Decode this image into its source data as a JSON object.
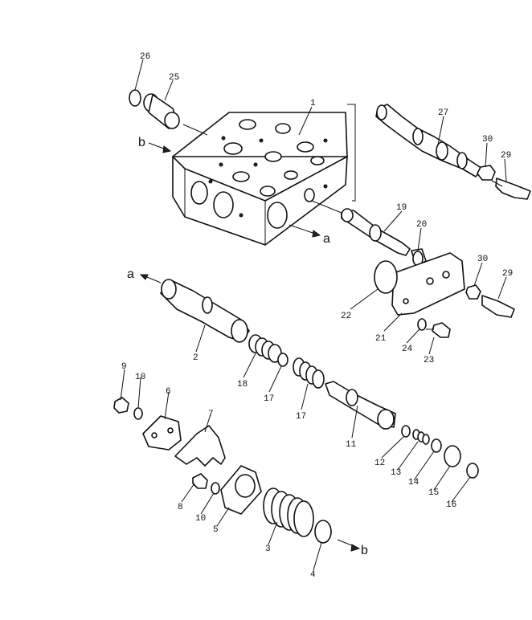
{
  "diagram": {
    "part_labels": [
      "1",
      "2",
      "3",
      "4",
      "5",
      "6",
      "7",
      "8",
      "9",
      "10",
      "10",
      "11",
      "12",
      "13",
      "14",
      "15",
      "16",
      "17",
      "18",
      "19",
      "20",
      "21",
      "22",
      "23",
      "24",
      "25",
      "26",
      "27",
      "28",
      "29",
      "29",
      "30",
      "30"
    ],
    "reference_letters": [
      "a",
      "a",
      "b",
      "b"
    ],
    "colors": {
      "ink": "#111111",
      "paper": "#ffffff"
    }
  }
}
